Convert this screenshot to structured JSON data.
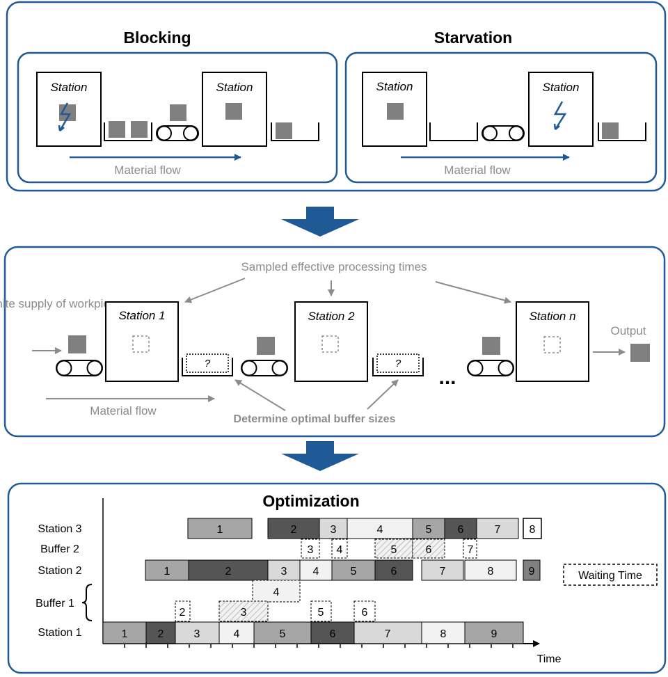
{
  "colors": {
    "panel_border": "#1f5a96",
    "arrow_blue": "#1f5a96",
    "gray_text": "#8c8c8c",
    "box_fill": "#808080",
    "dark": "#555555",
    "mid": "#a6a6a6",
    "light": "#d9d9d9",
    "lightest": "#f2f2f2"
  },
  "panel1": {
    "blocking": {
      "title": "Blocking",
      "station_left": "Station",
      "station_right": "Station",
      "flow": "Material flow"
    },
    "starvation": {
      "title": "Starvation",
      "station_left": "Station",
      "station_right": "Station",
      "flow": "Material flow"
    }
  },
  "panel2": {
    "sampled": "Sampled effective processing times",
    "supply": "Infinite supply of workpieces",
    "station1": "Station 1",
    "station2": "Station 2",
    "stationn": "Station n",
    "output": "Output",
    "buffer_q1": "?",
    "buffer_q2": "?",
    "dots": "...",
    "flow": "Material flow",
    "determine": "Determine optimal buffer sizes"
  },
  "panel3": {
    "title": "Optimization",
    "row_labels": {
      "station3": "Station 3",
      "buffer2": "Buffer 2",
      "station2": "Station 2",
      "buffer1": "Buffer 1",
      "station1": "Station 1"
    },
    "time_label": "Time",
    "waiting_legend": "Waiting Time",
    "station1_jobs": [
      "1",
      "2",
      "3",
      "4",
      "5",
      "6",
      "7",
      "8",
      "9"
    ],
    "station2_jobs": [
      "1",
      "2",
      "3",
      "4",
      "5",
      "6",
      "7",
      "8",
      "9"
    ],
    "station3_jobs": [
      "1",
      "2",
      "3",
      "4",
      "5",
      "6",
      "7",
      "8"
    ],
    "buffer1_jobs": [
      "2",
      "3",
      "4",
      "5",
      "6"
    ],
    "buffer2_jobs": [
      "3",
      "4",
      "5",
      "6",
      "7"
    ]
  }
}
